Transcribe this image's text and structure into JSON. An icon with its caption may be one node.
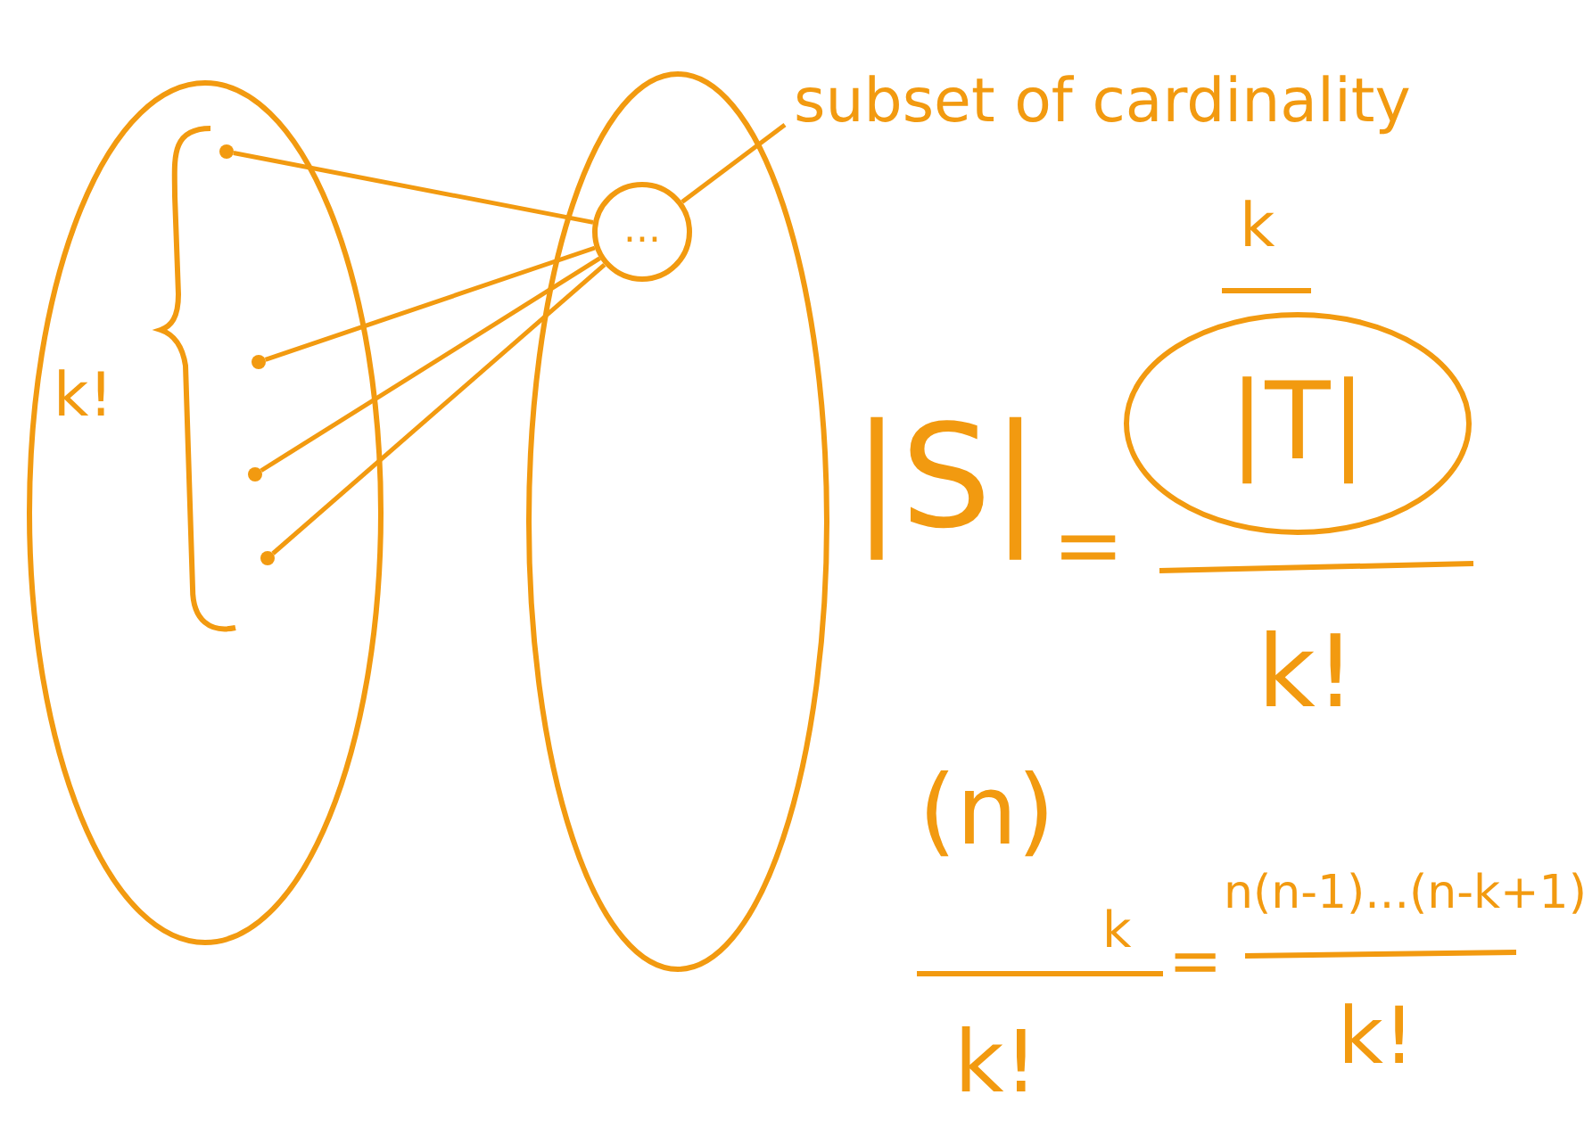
{
  "diagram": {
    "nodes": [
      {
        "text": [],
        "shape": "ellipse"
      },
      {
        "text": [],
        "shape": "circle",
        "in": 0
      },
      {
        "text": [],
        "shape": "circle",
        "in": 0
      },
      {
        "text": [],
        "shape": "circle",
        "in": 0
      },
      {
        "text": [],
        "shape": "circle",
        "in": 0
      },
      {
        "text": [],
        "shape": "ellipse"
      },
      {
        "text": [
          "..."
        ],
        "in": 5
      },
      {
        "text": [
          "subset of cardinality"
        ]
      },
      {
        "text": [
          "|T|"
        ]
      }
    ],
    "edges": [
      {
        "from": 1,
        "to": 6,
        "arrow": "none"
      },
      {
        "from": 2,
        "to": 6,
        "arrow": "none"
      },
      {
        "from": 3,
        "to": 6,
        "arrow": "none"
      },
      {
        "from": 4,
        "to": 6,
        "arrow": "none"
      },
      {
        "from": 7,
        "to": 6,
        "arrow": "none"
      }
    ],
    "labels": [
      "k!",
      "k",
      "|S|",
      "=",
      "k!",
      "(n)",
      "k",
      "n(n-1)...(n-k+1)",
      "=",
      "k!",
      "k!"
    ]
  }
}
